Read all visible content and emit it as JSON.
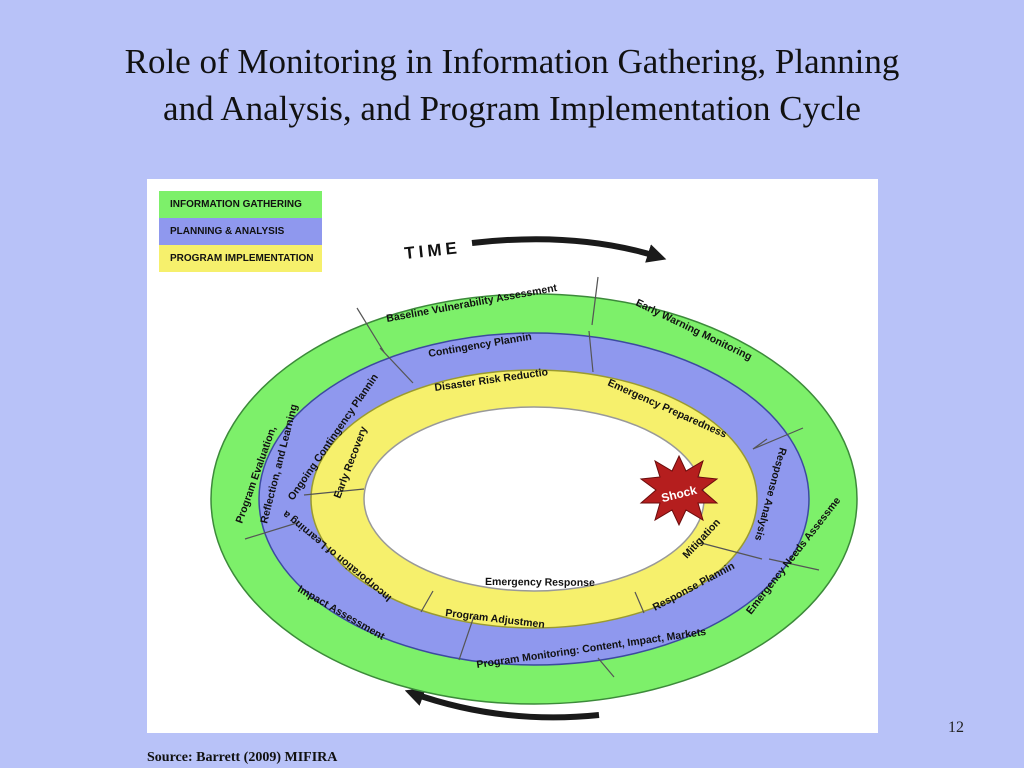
{
  "slide": {
    "title_line1": "Role of Monitoring in Information Gathering, Planning",
    "title_line2": "and Analysis, and Program Implementation Cycle",
    "number": "12",
    "source": "Source: Barrett (2009) MIFIRA"
  },
  "legend": [
    {
      "label": "INFORMATION GATHERING",
      "color": "#7df06a"
    },
    {
      "label": "PLANNING & ANALYSIS",
      "color": "#8f98ee"
    },
    {
      "label": "PROGRAM IMPLEMENTATION",
      "color": "#f6f06c"
    }
  ],
  "diagram": {
    "time_label": "TIME",
    "shock_label": "Shock",
    "outer_ring": {
      "baseline": "Baseline Vulnerability Assessment",
      "early_warning": "Early Warning Monitoring",
      "needs_assessment": "Emergency Needs Assessment",
      "program_monitoring": "Program Monitoring: Content, Impact, Markets",
      "impact_assessment": "Impact Assessment",
      "evaluation_line1": "Program Evaluation,",
      "evaluation_line2": "Reflection, and Learning"
    },
    "middle_ring": {
      "contingency": "Contingency Planning",
      "response_analysis": "Response Analysis",
      "response_planning": "Response Planning",
      "program_adjustment": "Program Adjustment",
      "incorporation": "Incorporation of Learning and",
      "ongoing": "Ongoing Contingency Planning"
    },
    "inner_ring": {
      "disaster_risk": "Disaster Risk Reduction",
      "preparedness": "Emergency Preparedness",
      "mitigation": "Mitigation",
      "emergency_response": "Emergency Response",
      "early_recovery": "Early Recovery"
    }
  }
}
